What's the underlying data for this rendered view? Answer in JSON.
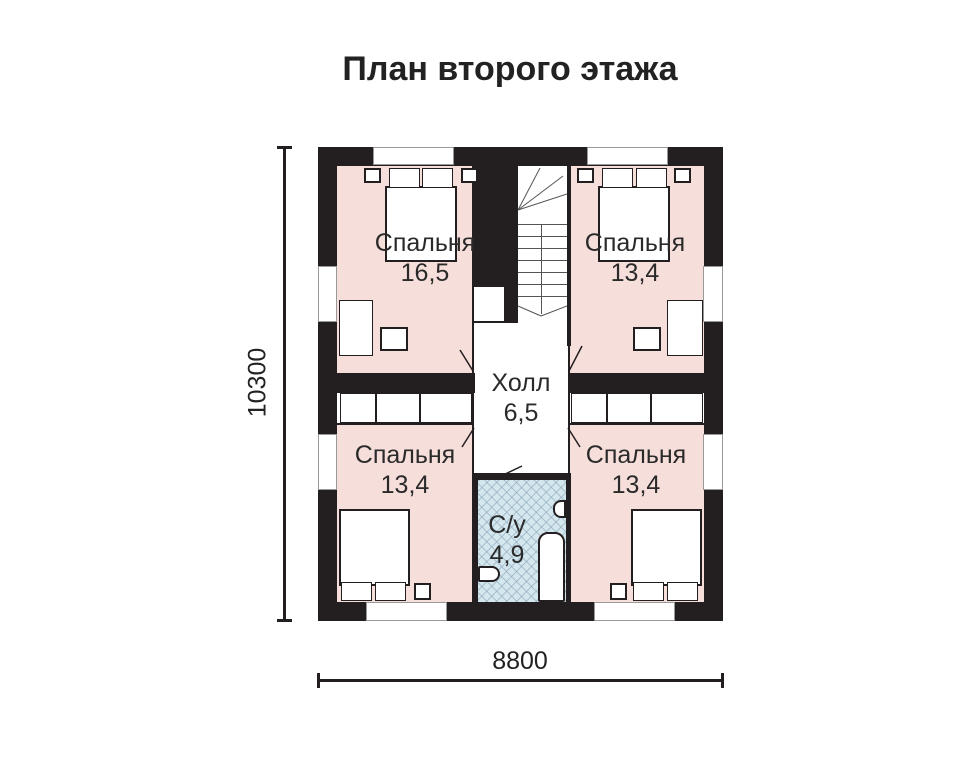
{
  "title": "План второго этажа",
  "dimensions": {
    "width": "8800",
    "height": "10300"
  },
  "rooms": [
    {
      "name": "Спальня",
      "area": "16,5"
    },
    {
      "name": "Спальня",
      "area": "13,4"
    },
    {
      "name": "Холл",
      "area": "6,5"
    },
    {
      "name": "Спальня",
      "area": "13,4"
    },
    {
      "name": "Спальня",
      "area": "13,4"
    },
    {
      "name": "С/у",
      "area": "4,9"
    }
  ],
  "colors": {
    "wall": "#231f20",
    "bedroom_fill": "#f6dedb",
    "bathroom_fill": "#d4e6ee",
    "hall_fill": "#ffffff"
  }
}
